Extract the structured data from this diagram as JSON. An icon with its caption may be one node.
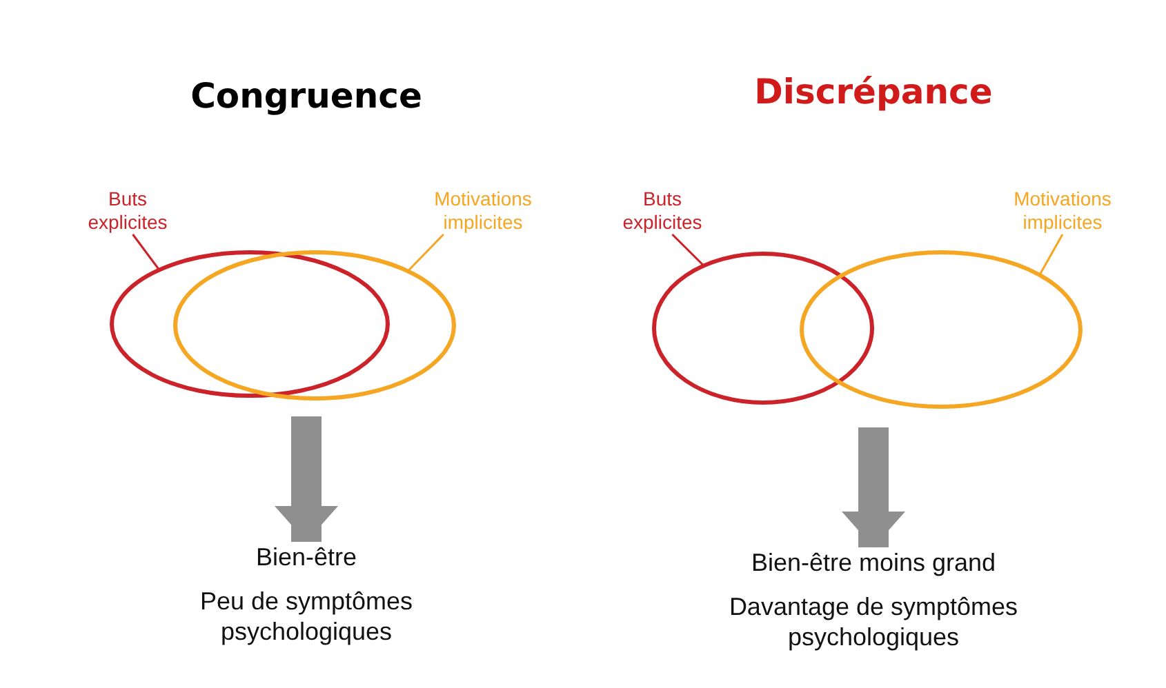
{
  "diagram": {
    "nodes": [
      {
        "text": [
          "Buts explicites"
        ]
      },
      {
        "text": [],
        "shape": "circle"
      },
      {
        "text": [
          "Motivations implicites"
        ]
      },
      {
        "text": [],
        "shape": "circle"
      },
      {
        "text": [
          "Bien-être",
          "Peu de symptômes psychologiques"
        ]
      },
      {
        "text": [
          "Buts explicites"
        ]
      },
      {
        "text": [],
        "shape": "circle"
      },
      {
        "text": [
          "Motivations implicites"
        ]
      },
      {
        "text": [],
        "shape": "circle"
      },
      {
        "text": [
          "Bien-être moins grand",
          "Davantage de symptômes psychologiques"
        ]
      }
    ],
    "edges": [
      {
        "from": 0,
        "to": 1,
        "arrow": "none",
        "color": "#cc2229"
      },
      {
        "from": 2,
        "to": 3,
        "arrow": "none",
        "color": "#f5a623"
      },
      {
        "from": null,
        "to": 4,
        "arrow": "to",
        "style": "thick",
        "color": "#8f8f8f"
      },
      {
        "from": 5,
        "to": 6,
        "arrow": "none",
        "color": "#cc2229"
      },
      {
        "from": 7,
        "to": 8,
        "arrow": "none",
        "color": "#f5a623"
      },
      {
        "from": null,
        "to": 9,
        "arrow": "to",
        "style": "thick",
        "color": "#8f8f8f"
      }
    ],
    "labels": [
      "Congruence",
      "Discrépance"
    ]
  }
}
